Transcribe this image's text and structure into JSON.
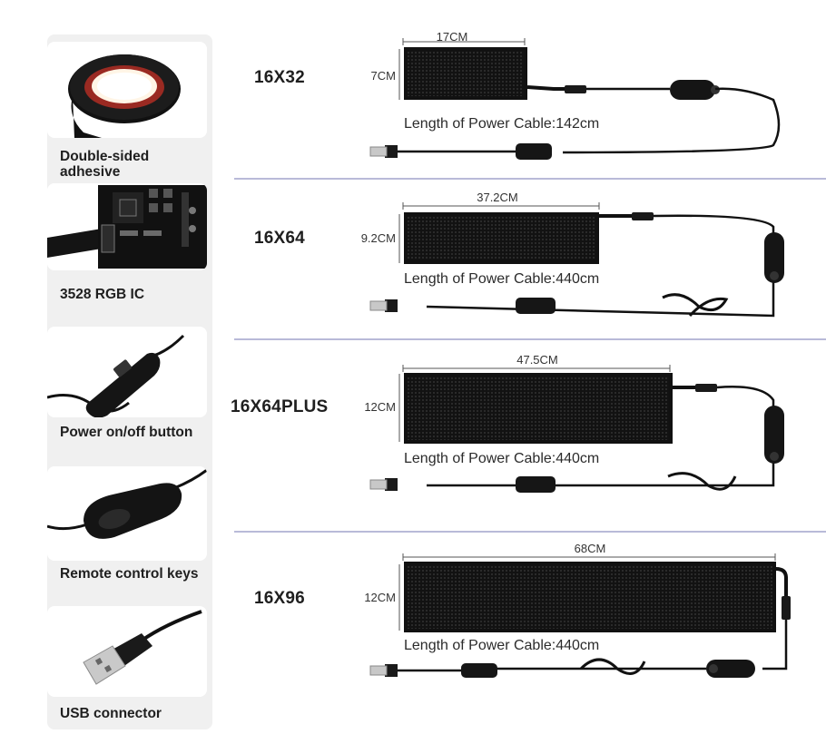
{
  "features": [
    {
      "label": "Double-sided adhesive",
      "icon": "adhesive-tape-roll"
    },
    {
      "label": "3528 RGB IC",
      "icon": "circuit-board"
    },
    {
      "label": "Power on/off button",
      "icon": "inline-switch"
    },
    {
      "label": "Remote control keys",
      "icon": "remote-controller"
    },
    {
      "label": "USB connector",
      "icon": "usb-plug"
    }
  ],
  "products": [
    {
      "model": "16X32",
      "width_label": "17CM",
      "height_label": "7CM",
      "cable_label": "Length of Power Cable:142cm"
    },
    {
      "model": "16X64",
      "width_label": "37.2CM",
      "height_label": "9.2CM",
      "cable_label": "Length of Power Cable:440cm"
    },
    {
      "model": "16X64PLUS",
      "width_label": "47.5CM",
      "height_label": "12CM",
      "cable_label": "Length of Power Cable:440cm"
    },
    {
      "model": "16X96",
      "width_label": "68CM",
      "height_label": "12CM",
      "cable_label": "Length of Power Cable:440cm"
    }
  ],
  "colors": {
    "panel": "#111111",
    "led_dot": "#3a3a3a",
    "divider": "#b9bad8",
    "sidebar_bg": "#f0f0f0"
  }
}
